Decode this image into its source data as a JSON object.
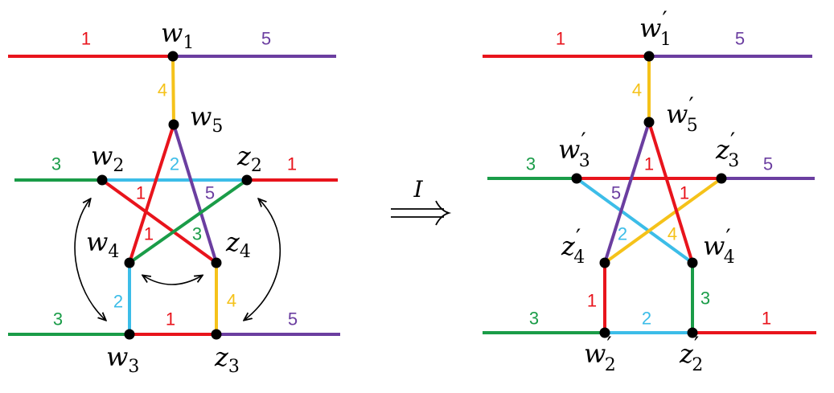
{
  "colors": {
    "1": "#e8141c",
    "2": "#3cbde8",
    "3": "#1a9c48",
    "4": "#f5c21a",
    "5": "#6b3ea0",
    "node": "#000000",
    "arrow": "#000000"
  },
  "operator": {
    "symbol": "I"
  },
  "left": {
    "vertices": {
      "w1": {
        "name": "w",
        "sub": "1",
        "prime": false
      },
      "w5": {
        "name": "w",
        "sub": "5",
        "prime": false
      },
      "w2": {
        "name": "w",
        "sub": "2",
        "prime": false
      },
      "z2": {
        "name": "z",
        "sub": "2",
        "prime": false
      },
      "w4": {
        "name": "w",
        "sub": "4",
        "prime": false
      },
      "z4": {
        "name": "z",
        "sub": "4",
        "prime": false
      },
      "w3": {
        "name": "w",
        "sub": "3",
        "prime": false
      },
      "z3": {
        "name": "z",
        "sub": "3",
        "prime": false
      }
    },
    "edge_labels": {
      "w1_left": "1",
      "w1_right": "5",
      "w1_w5": "4",
      "w2_left": "3",
      "w2_z2": "2",
      "z2_right": "1",
      "star_a": "1",
      "star_b": "5",
      "star_c": "1",
      "star_d": "3",
      "w4_w3": "2",
      "w3_z3": "1",
      "z4_z3": "4",
      "w3_left": "3",
      "z3_right": "5"
    }
  },
  "right": {
    "vertices": {
      "w1": {
        "name": "w",
        "sub": "1",
        "prime": true
      },
      "w5": {
        "name": "w",
        "sub": "5",
        "prime": true
      },
      "w3": {
        "name": "w",
        "sub": "3",
        "prime": true
      },
      "z3": {
        "name": "z",
        "sub": "3",
        "prime": true
      },
      "z4": {
        "name": "z",
        "sub": "4",
        "prime": true
      },
      "w4": {
        "name": "w",
        "sub": "4",
        "prime": true
      },
      "w2": {
        "name": "w",
        "sub": "2",
        "prime": true
      },
      "z2": {
        "name": "z",
        "sub": "2",
        "prime": true
      }
    },
    "edge_labels": {
      "w1_left": "1",
      "w1_right": "5",
      "w1_w5": "4",
      "w3_left": "3",
      "top_mid": "1",
      "z3_right": "5",
      "star_a": "5",
      "star_b": "1",
      "star_c": "2",
      "star_d": "4",
      "z4_w2": "1",
      "w2_z2": "2",
      "w4_z2": "3",
      "w2_left": "3",
      "z2_right": "1"
    }
  }
}
